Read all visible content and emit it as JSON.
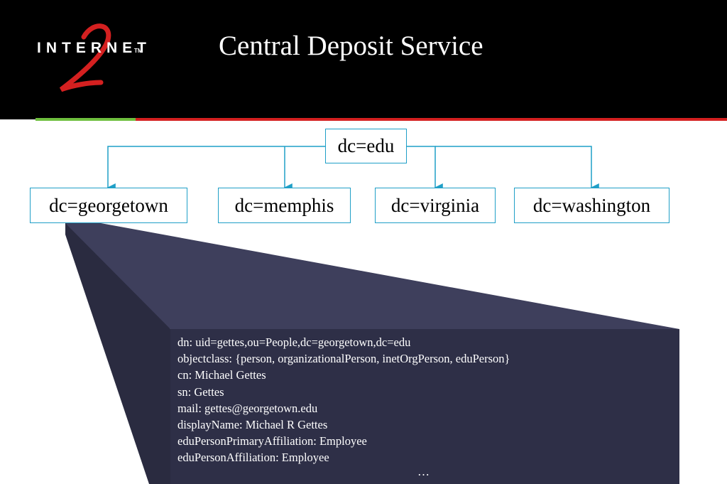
{
  "header": {
    "title": "Central Deposit Service",
    "logo": {
      "text": "INTERNET",
      "tm": "TM",
      "mark": "2"
    }
  },
  "tree": {
    "root": "dc=edu",
    "children": [
      "dc=georgetown",
      "dc=memphis",
      "dc=virginia",
      "dc=washington"
    ]
  },
  "entry": {
    "lines": [
      "dn: uid=gettes,ou=People,dc=georgetown,dc=edu",
      "objectclass: {person, organizationalPerson, inetOrgPerson, eduPerson}",
      "cn: Michael Gettes",
      "sn: Gettes",
      "mail: gettes@georgetown.edu",
      "displayName: Michael R Gettes",
      "eduPersonPrimaryAffiliation: Employee",
      "eduPersonAffiliation: Employee"
    ],
    "ellipsis": "…"
  },
  "colors": {
    "header_bg": "#000000",
    "accent_green": "#6fbf3f",
    "accent_red": "#d42020",
    "node_border": "#1f9fc7",
    "zoom_light": "#3e3f5c",
    "zoom_dark": "#2a2b40"
  }
}
